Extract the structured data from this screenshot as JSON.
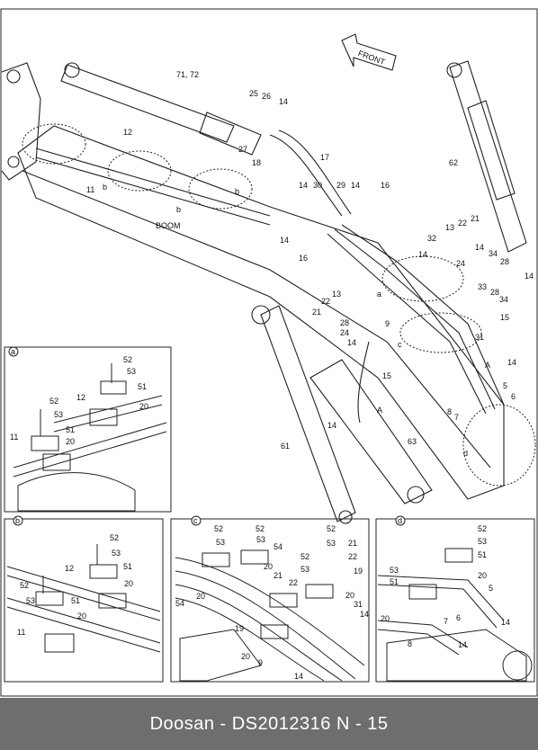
{
  "footer": {
    "text": "Doosan - DS2012316      N - 15"
  },
  "diagram": {
    "direction_label": "FRONT",
    "boom_label": "BOOM",
    "detail_views": [
      "a",
      "b",
      "c",
      "d"
    ],
    "part_numbers": [
      "71, 72",
      "25",
      "26",
      "14",
      "27",
      "17",
      "18",
      "12",
      "11",
      "b",
      "b",
      "b",
      "14",
      "30",
      "29",
      "14",
      "16",
      "13",
      "22",
      "21",
      "62",
      "32",
      "14",
      "24",
      "34",
      "28",
      "33",
      "28",
      "34",
      "14",
      "16",
      "14",
      "14",
      "a",
      "13",
      "22",
      "21",
      "28",
      "24",
      "14",
      "9",
      "15",
      "c",
      "31",
      "A",
      "14",
      "5",
      "6",
      "7",
      "8",
      "A",
      "14",
      "61",
      "63",
      "d",
      "15"
    ],
    "view_a_numbers": [
      "52",
      "53",
      "51",
      "52",
      "53",
      "12",
      "20",
      "51",
      "11",
      "20"
    ],
    "view_b_numbers": [
      "52",
      "53",
      "51",
      "12",
      "20",
      "52",
      "53",
      "51",
      "20",
      "11"
    ],
    "view_c_numbers": [
      "52",
      "53",
      "52",
      "53",
      "54",
      "20",
      "52",
      "53",
      "21",
      "22",
      "19",
      "52",
      "53",
      "21",
      "22",
      "54",
      "20",
      "20",
      "31",
      "14",
      "19",
      "20",
      "9",
      "14"
    ],
    "view_d_numbers": [
      "52",
      "53",
      "51",
      "53",
      "51",
      "20",
      "5",
      "7",
      "6",
      "14",
      "20",
      "8",
      "14"
    ]
  }
}
